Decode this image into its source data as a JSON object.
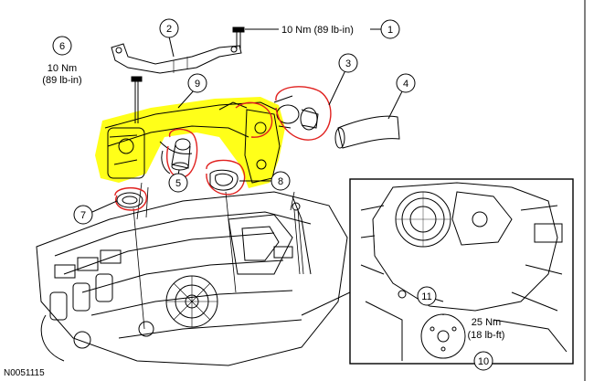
{
  "figure_code": "N0051115",
  "colors": {
    "highlight": "#ffff00",
    "annotation": "#e0201e",
    "line": "#000000"
  },
  "callouts": [
    {
      "num": "1"
    },
    {
      "num": "2"
    },
    {
      "num": "3"
    },
    {
      "num": "4"
    },
    {
      "num": "5"
    },
    {
      "num": "6"
    },
    {
      "num": "7"
    },
    {
      "num": "8"
    },
    {
      "num": "9"
    },
    {
      "num": "10"
    },
    {
      "num": "11"
    }
  ],
  "torques": {
    "bolt_1": "10 Nm (89 lb-in)",
    "bolt_6_line1": "10 Nm",
    "bolt_6_line2": "(89 lb-in)",
    "bolt_10_line1": "25 Nm",
    "bolt_10_line2": "(18 lb-ft)"
  }
}
